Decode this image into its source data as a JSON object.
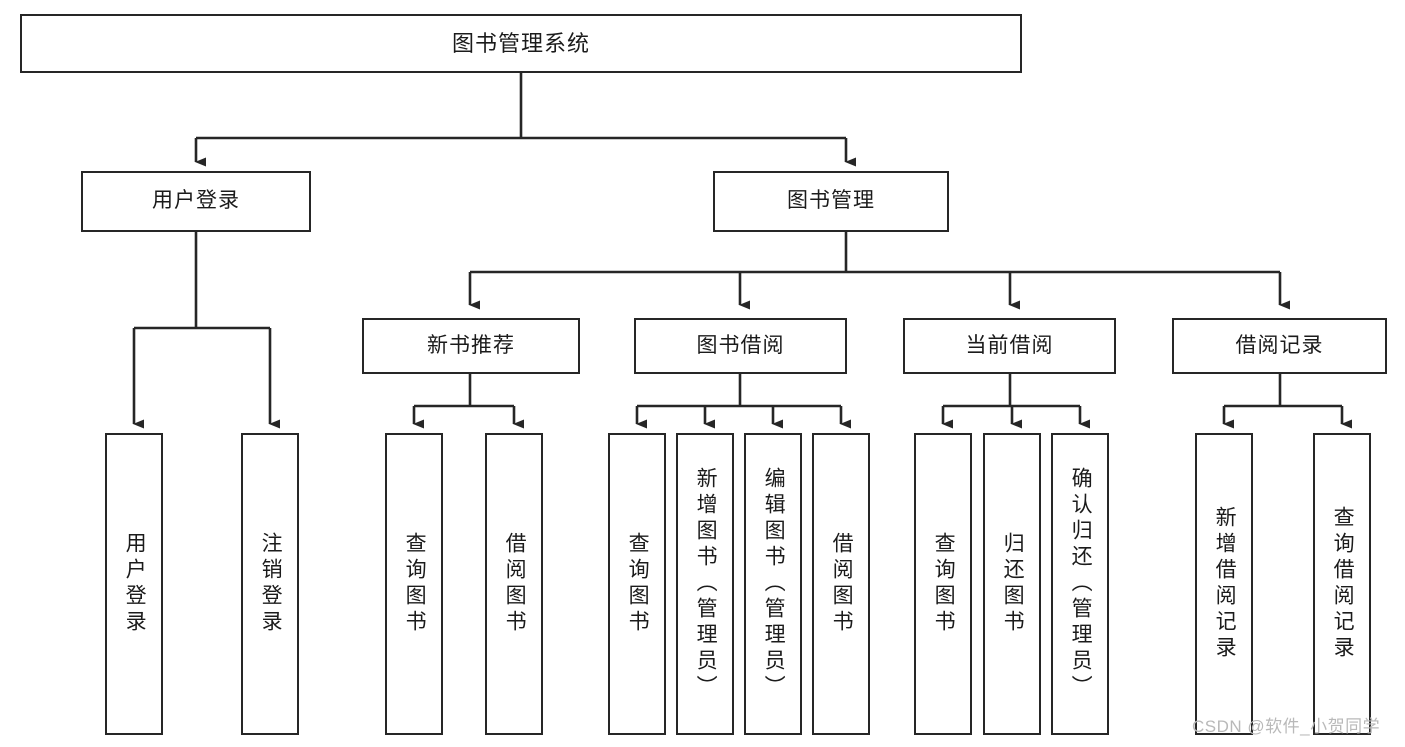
{
  "diagram": {
    "type": "tree-hierarchy-chart",
    "title": "图书管理系统",
    "root": {
      "label": "图书管理系统"
    },
    "level2": [
      {
        "label": "用户登录"
      },
      {
        "label": "图书管理"
      }
    ],
    "level3": [
      {
        "label": "新书推荐"
      },
      {
        "label": "图书借阅"
      },
      {
        "label": "当前借阅"
      },
      {
        "label": "借阅记录"
      }
    ],
    "leaves_user_login": [
      {
        "label": "用户登录"
      },
      {
        "label": "注销登录"
      }
    ],
    "leaves_new_book": [
      {
        "label": "查询图书"
      },
      {
        "label": "借阅图书"
      }
    ],
    "leaves_borrow": [
      {
        "label": "查询图书"
      },
      {
        "label": "新增图书（管理员）"
      },
      {
        "label": "编辑图书（管理员）"
      },
      {
        "label": "借阅图书"
      }
    ],
    "leaves_current": [
      {
        "label": "查询图书"
      },
      {
        "label": "归还图书"
      },
      {
        "label": "确认归还（管理员）"
      }
    ],
    "leaves_records": [
      {
        "label": "新增借阅记录"
      },
      {
        "label": "查询借阅记录"
      }
    ]
  },
  "watermark": {
    "text": "CSDN @软件_小贺同学"
  },
  "colors": {
    "stroke": "#262626",
    "background": "#ffffff",
    "text": "#1b1b1b",
    "watermark": "#b9b9b9"
  }
}
